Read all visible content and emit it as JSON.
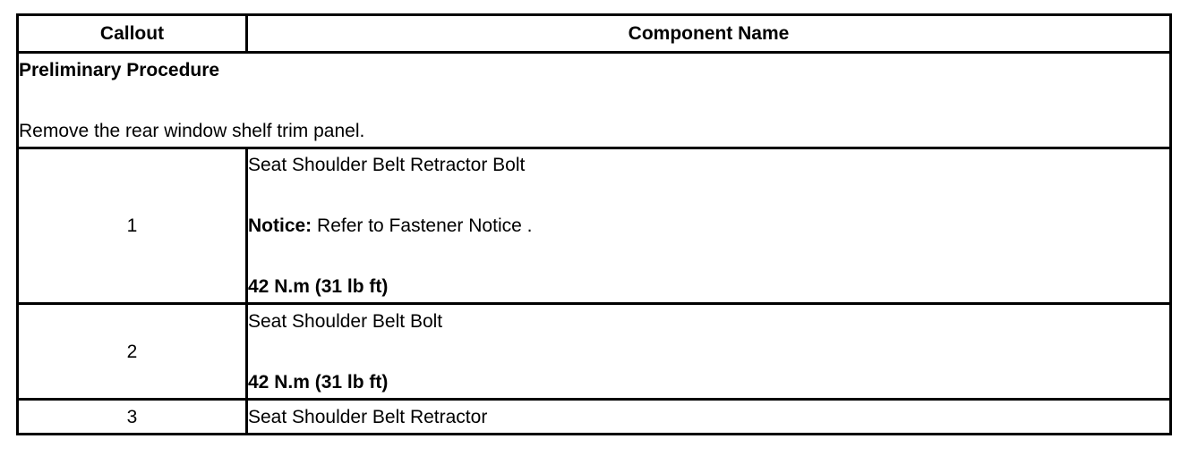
{
  "table": {
    "headers": {
      "callout": "Callout",
      "component": "Component Name"
    },
    "preliminary": {
      "title": "Preliminary Procedure",
      "text": "Remove the rear window shelf trim panel."
    },
    "rows": [
      {
        "callout": "1",
        "name": "Seat Shoulder Belt Retractor Bolt",
        "notice_label": "Notice:",
        "notice_text": " Refer to Fastener Notice .",
        "torque": "42 N.m (31 lb ft)"
      },
      {
        "callout": "2",
        "name": "Seat Shoulder Belt Bolt",
        "torque": "42 N.m (31 lb ft)"
      },
      {
        "callout": "3",
        "name": "Seat Shoulder Belt Retractor"
      }
    ]
  }
}
